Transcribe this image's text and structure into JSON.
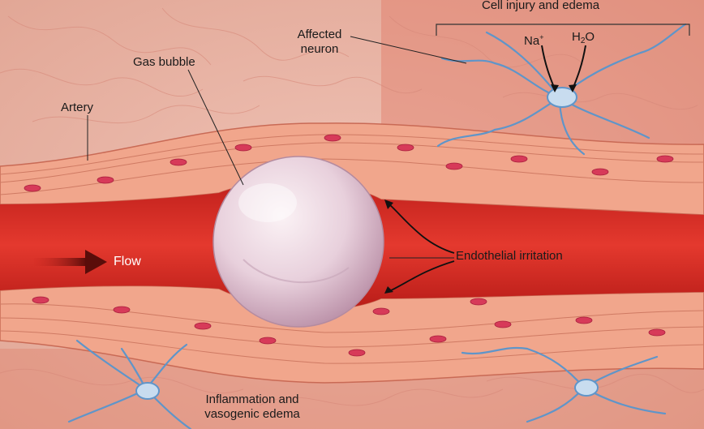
{
  "labels": {
    "cell_injury": "Cell injury and edema",
    "na": "Na",
    "na_sup": "+",
    "h2o_h": "H",
    "h2o_sub": "2",
    "h2o_o": "O",
    "affected_neuron_line1": "Affected",
    "affected_neuron_line2": "neuron",
    "gas_bubble": "Gas bubble",
    "artery": "Artery",
    "flow": "Flow",
    "endothelial_irritation": "Endothelial irritation",
    "inflammation_line1": "Inflammation and",
    "inflammation_line2": "vasogenic edema"
  },
  "colors": {
    "tissue": "#e9b6a8",
    "vessel_wall": "#f0a58d",
    "blood": "#d42a22",
    "neuron": "#5f95c9",
    "nucleus": "#d73a59"
  },
  "icons": {
    "flow_arrow": "flow-arrow-icon"
  }
}
